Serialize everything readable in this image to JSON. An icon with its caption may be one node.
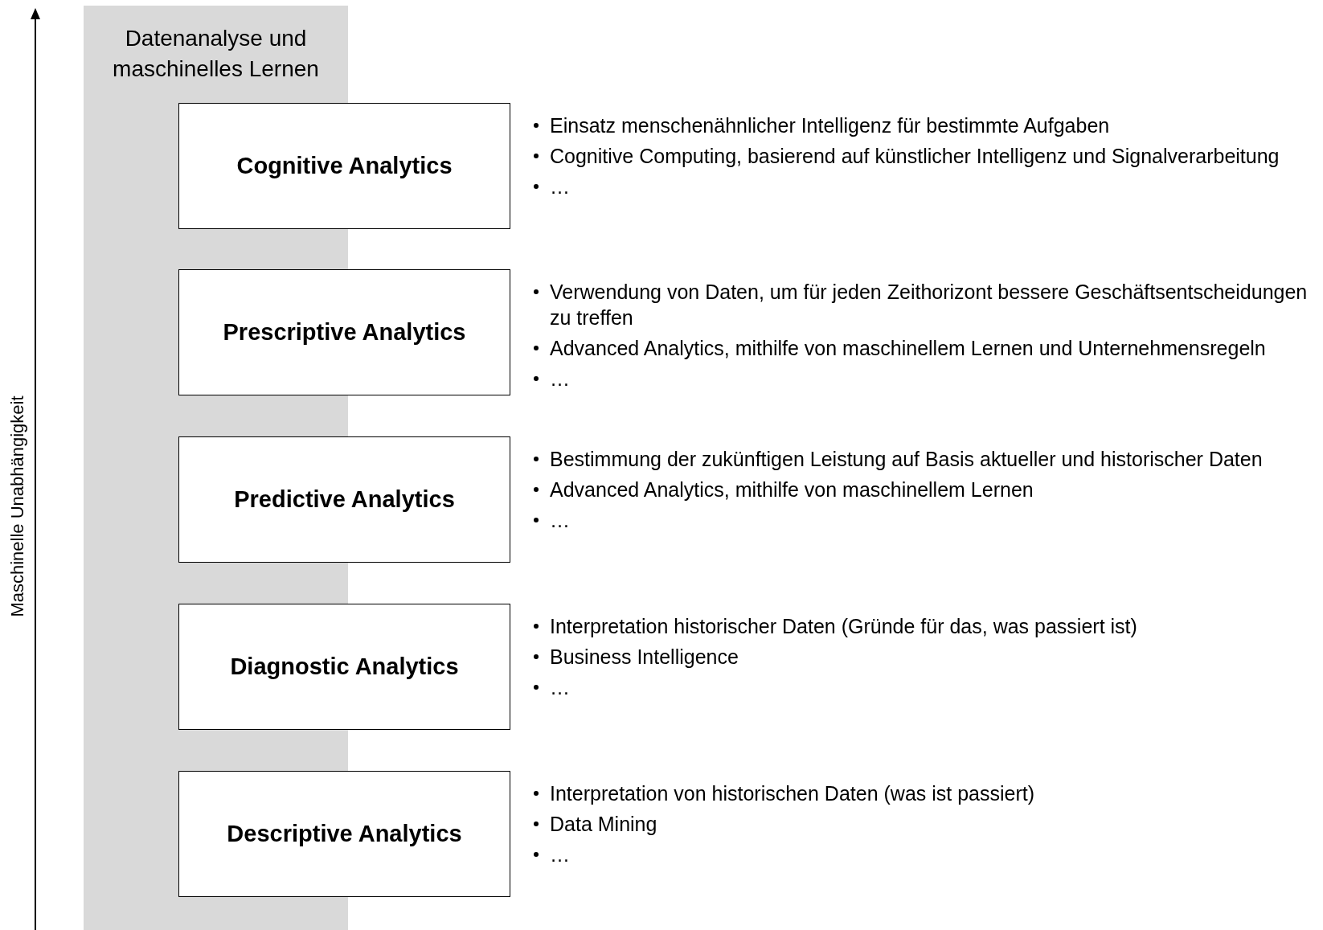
{
  "diagram": {
    "nodes": [
      {
        "text": [
          "Datenanalyse und maschinelles Lernen"
        ]
      },
      {
        "text": [
          "Cognitive Analytics"
        ],
        "beside": [
          "Einsatz menschenähnlicher Intelligenz für bestimmte Aufgaben",
          "Cognitive Computing, basierend auf künstlicher Intelligenz und Signalverarbeitung",
          "…"
        ]
      },
      {
        "text": [
          "Prescriptive Analytics"
        ],
        "beside": [
          "Verwendung von Daten, um für jeden Zeithorizont bessere Geschäftsentscheidungen zu treffen",
          "Advanced Analytics, mithilfe von maschinellem Lernen und Unternehmensregeln",
          "…"
        ]
      },
      {
        "text": [
          "Predictive Analytics"
        ],
        "beside": [
          "Bestimmung der zukünftigen Leistung auf Basis aktueller und historischer Daten",
          "Advanced Analytics, mithilfe von maschinellem Lernen",
          "…"
        ]
      },
      {
        "text": [
          "Diagnostic Analytics"
        ],
        "beside": [
          "Interpretation historischer Daten (Gründe für das, was passiert ist)",
          "Business Intelligence",
          "…"
        ]
      },
      {
        "text": [
          "Descriptive Analytics"
        ],
        "beside": [
          "Interpretation von historischen Daten (was ist passiert)",
          "Data Mining",
          "…"
        ]
      }
    ],
    "labels": [
      "Maschinelle Unabhängigkeit"
    ]
  }
}
